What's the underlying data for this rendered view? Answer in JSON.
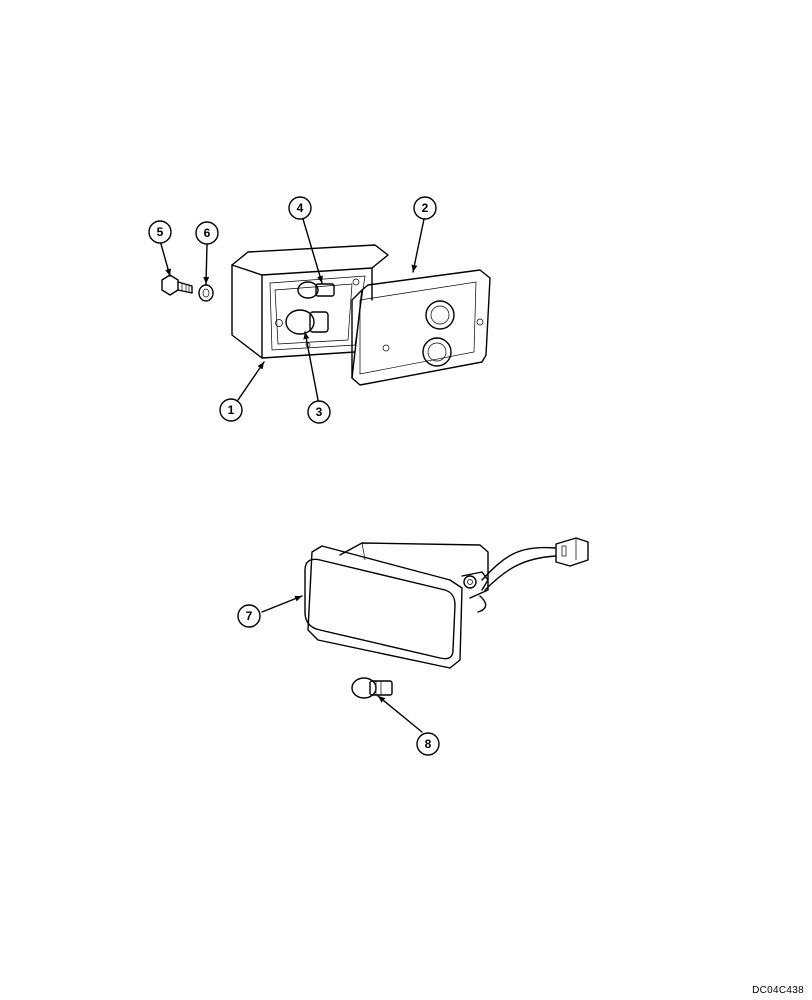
{
  "callouts": [
    {
      "id": "1",
      "label": "1"
    },
    {
      "id": "2",
      "label": "2"
    },
    {
      "id": "3",
      "label": "3"
    },
    {
      "id": "4",
      "label": "4"
    },
    {
      "id": "5",
      "label": "5"
    },
    {
      "id": "6",
      "label": "6"
    },
    {
      "id": "7",
      "label": "7"
    },
    {
      "id": "8",
      "label": "8"
    }
  ],
  "drawing_code": "DC04C438"
}
